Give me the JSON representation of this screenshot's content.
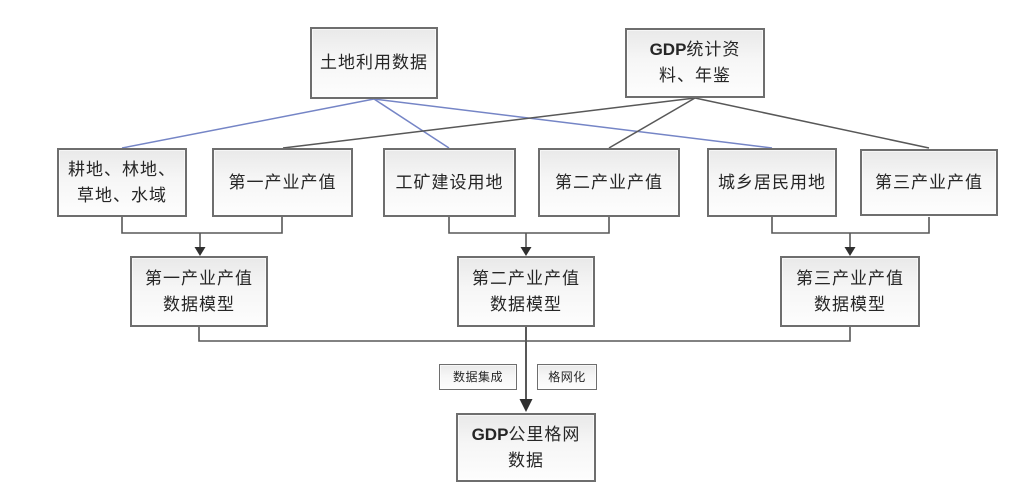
{
  "nodes": {
    "land_use": {
      "label": "土地利用数据"
    },
    "gdp_stats": {
      "bold": "GDP",
      "line1": "统计资",
      "line2": "料、年鉴"
    },
    "land_types": {
      "line1": "耕地、林地、",
      "line2": "草地、水域"
    },
    "primary_output": {
      "label": "第一产业产值"
    },
    "mining_land": {
      "label": "工矿建设用地"
    },
    "secondary_output": {
      "label": "第二产业产值"
    },
    "residential_land": {
      "label": "城乡居民用地"
    },
    "tertiary_output": {
      "label": "第三产业产值"
    },
    "primary_model": {
      "line1": "第一产业产值",
      "line2": "数据模型"
    },
    "secondary_model": {
      "line1": "第二产业产值",
      "line2": "数据模型"
    },
    "tertiary_model": {
      "line1": "第三产业产值",
      "line2": "数据模型"
    },
    "integration_label": {
      "label": "数据集成"
    },
    "gridding_label": {
      "label": "格网化"
    },
    "gdp_grid": {
      "bold": "GDP",
      "line1": "公里格网",
      "line2": "数据"
    }
  },
  "edges": [
    {
      "from": "land_use",
      "to": "land_types",
      "style": "blue-line"
    },
    {
      "from": "land_use",
      "to": "mining_land",
      "style": "blue-line"
    },
    {
      "from": "land_use",
      "to": "residential_land",
      "style": "blue-line"
    },
    {
      "from": "gdp_stats",
      "to": "primary_output",
      "style": "gray-line"
    },
    {
      "from": "gdp_stats",
      "to": "secondary_output",
      "style": "gray-line"
    },
    {
      "from": "gdp_stats",
      "to": "tertiary_output",
      "style": "gray-line"
    },
    {
      "from": "land_types",
      "to": "primary_model",
      "style": "merge-arrow"
    },
    {
      "from": "primary_output",
      "to": "primary_model",
      "style": "merge-arrow"
    },
    {
      "from": "mining_land",
      "to": "secondary_model",
      "style": "merge-arrow"
    },
    {
      "from": "secondary_output",
      "to": "secondary_model",
      "style": "merge-arrow"
    },
    {
      "from": "residential_land",
      "to": "tertiary_model",
      "style": "merge-arrow"
    },
    {
      "from": "tertiary_model",
      "to": "gdp_grid",
      "style": "merge-arrow"
    },
    {
      "from": "primary_model",
      "to": "gdp_grid",
      "style": "merge-arrow"
    },
    {
      "from": "secondary_model",
      "to": "gdp_grid",
      "style": "merge-arrow"
    },
    {
      "from": "tertiary_output",
      "to": "tertiary_model",
      "style": "merge-arrow"
    }
  ],
  "colors": {
    "blue_line": "#7585c6",
    "gray_line": "#585858",
    "box_border": "#6e6e6e",
    "arrowhead": "#2f2f2f",
    "box_fill_top": "#e9e9e9",
    "box_fill_bottom": "#fdfdfd"
  }
}
